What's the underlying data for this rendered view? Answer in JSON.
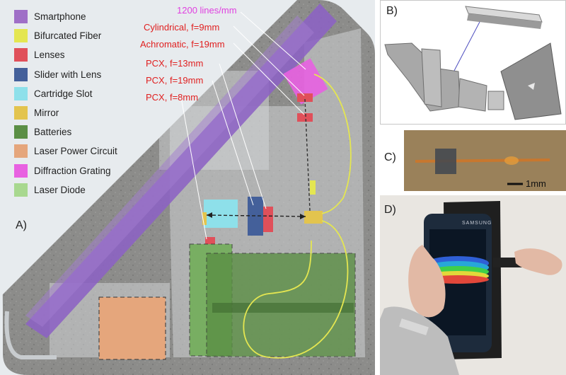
{
  "panels": {
    "a": "A)",
    "b": "B)",
    "c": "C)",
    "d": "D)"
  },
  "legend": [
    {
      "label": "Smartphone",
      "color": "#9f6fc7"
    },
    {
      "label": "Bifurcated Fiber",
      "color": "#e4e651"
    },
    {
      "label": "Lenses",
      "color": "#e0505a"
    },
    {
      "label": "Slider with Lens",
      "color": "#44609a"
    },
    {
      "label": "Cartridge Slot",
      "color": "#8ee0ea"
    },
    {
      "label": "Mirror",
      "color": "#e3c44e"
    },
    {
      "label": "Batteries",
      "color": "#5b8f45"
    },
    {
      "label": "Laser Power Circuit",
      "color": "#e5a67c"
    },
    {
      "label": "Diffraction Grating",
      "color": "#e861e1"
    },
    {
      "label": "Laser Diode",
      "color": "#a8d88f"
    }
  ],
  "callouts": [
    {
      "text": "1200 lines/mm",
      "color": "#e040e0"
    },
    {
      "text": "Cylindrical, f=9mm",
      "color": "#e02020"
    },
    {
      "text": "Achromatic, f=19mm",
      "color": "#e02020"
    },
    {
      "text": "PCX, f=13mm",
      "color": "#e02020"
    },
    {
      "text": "PCX, f=19mm",
      "color": "#e02020"
    },
    {
      "text": "PCX, f=8mm",
      "color": "#e02020"
    }
  ],
  "scale_bar": "1mm",
  "phone_brand": "SAMSUNG"
}
